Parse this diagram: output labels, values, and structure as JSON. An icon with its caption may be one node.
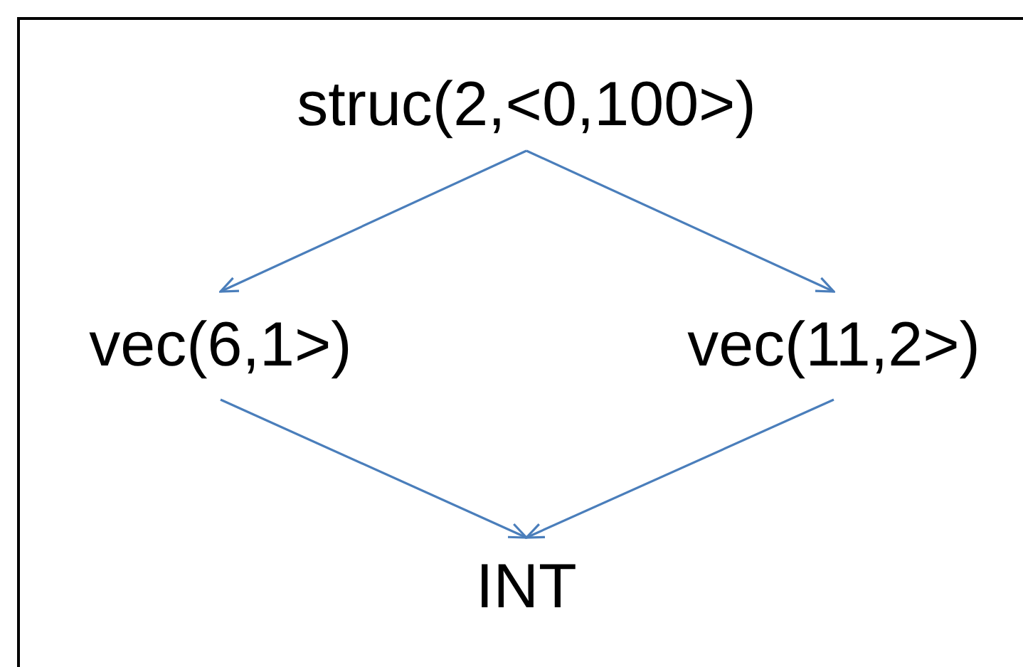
{
  "diagram": {
    "nodes": [
      {
        "text": [
          "struc(2,<0,100>)"
        ]
      },
      {
        "text": [
          "vec(6,1>)"
        ]
      },
      {
        "text": [
          "vec(11,2>)"
        ]
      },
      {
        "text": [
          "INT"
        ]
      }
    ],
    "edges": [
      {
        "from": 0,
        "to": 1,
        "arrow": "to"
      },
      {
        "from": 0,
        "to": 2,
        "arrow": "to"
      },
      {
        "from": 1,
        "to": 3,
        "arrow": "to"
      },
      {
        "from": 2,
        "to": 3,
        "arrow": "to"
      }
    ]
  }
}
